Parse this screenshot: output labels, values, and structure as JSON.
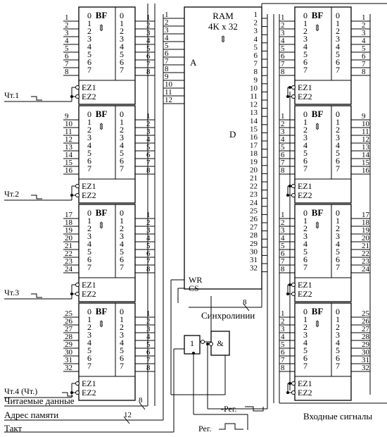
{
  "buffer": {
    "title": "BF",
    "outputs": [
      "0",
      "1",
      "2",
      "3",
      "4",
      "5",
      "6",
      "7"
    ],
    "inputs": [
      "0",
      "1",
      "2",
      "3",
      "4",
      "5",
      "6",
      "7"
    ],
    "enable1": "EZ1",
    "enable2": "EZ2"
  },
  "read_buffers": {
    "strobe_labels": [
      "Чт.1",
      "Чт.2",
      "Чт.3",
      "Чт.4 (Чт.)"
    ],
    "bus_numbers": [
      [
        "1",
        "2",
        "3",
        "4",
        "5",
        "6",
        "7",
        "8"
      ],
      [
        "9",
        "10",
        "11",
        "12",
        "13",
        "14",
        "15",
        "16"
      ],
      [
        "17",
        "18",
        "19",
        "20",
        "21",
        "22",
        "23",
        "24"
      ],
      [
        "25",
        "26",
        "27",
        "28",
        "29",
        "30",
        "31",
        "32"
      ]
    ],
    "output_numbers": [
      "1",
      "2",
      "3",
      "4",
      "5",
      "6",
      "7",
      "8"
    ]
  },
  "write_buffers": {
    "input_numbers": [
      "1",
      "2",
      "3",
      "4",
      "5",
      "6",
      "7",
      "8"
    ],
    "bus_numbers": [
      [
        "1",
        "2",
        "3",
        "4",
        "5",
        "6",
        "7",
        "8"
      ],
      [
        "9",
        "10",
        "11",
        "12",
        "13",
        "14",
        "15",
        "16"
      ],
      [
        "17",
        "18",
        "19",
        "20",
        "21",
        "22",
        "23",
        "24"
      ],
      [
        "25",
        "26",
        "27",
        "28",
        "29",
        "30",
        "31",
        "32"
      ]
    ]
  },
  "ram": {
    "title": "RAM",
    "size": "4K x 32",
    "address_label": "A",
    "data_label": "D",
    "address_pins": [
      "1",
      "2",
      "3",
      "4",
      "5",
      "6",
      "7",
      "8",
      "9",
      "10",
      "11",
      "12"
    ],
    "data_pins": [
      "1",
      "2",
      "3",
      "4",
      "5",
      "6",
      "7",
      "8",
      "9",
      "10",
      "11",
      "12",
      "13",
      "14",
      "15",
      "16",
      "17",
      "18",
      "19",
      "20",
      "21",
      "22",
      "23",
      "24",
      "25",
      "26",
      "27",
      "28",
      "29",
      "30",
      "31",
      "32"
    ],
    "wr_label": "WR",
    "cs_label": "CS"
  },
  "gates": {
    "or_label": "1",
    "and_label": "&"
  },
  "signals": {
    "sync_lines": "Синхролинии",
    "sync_width": "8",
    "read_data": "Читаемые данные",
    "read_data_width": "8",
    "memory_address": "Адрес памяти",
    "memory_address_width": "12",
    "clock": "Такт",
    "reg_inverted": "-Рег.",
    "reg": "Рег.",
    "input_signals": "Входные сигналы"
  }
}
